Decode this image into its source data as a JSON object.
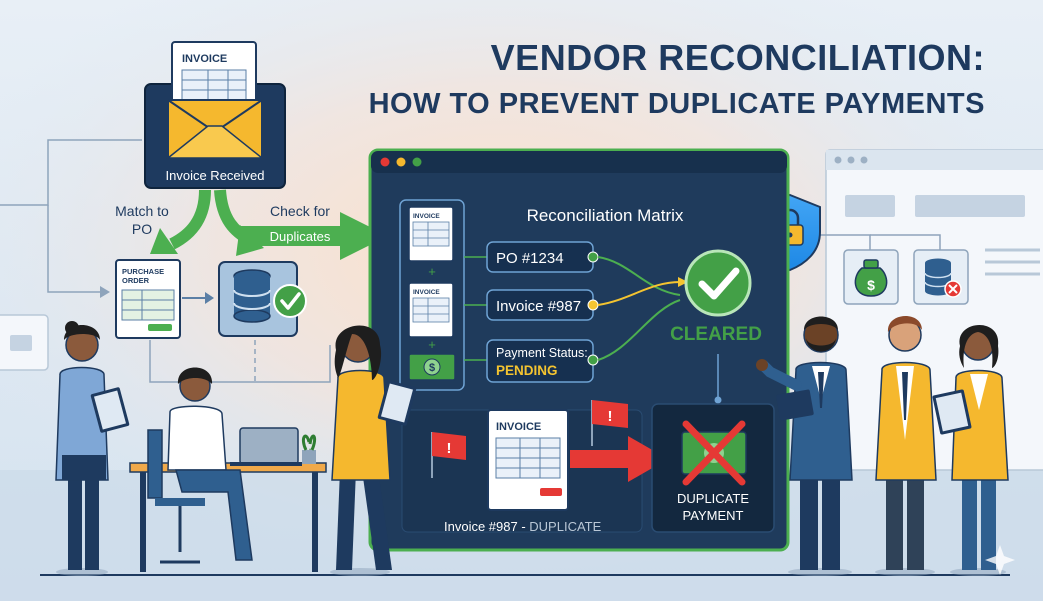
{
  "title": {
    "line1": "VENDOR RECONCILIATION:",
    "line2": "HOW TO PREVENT DUPLICATE PAYMENTS"
  },
  "invoice_received": {
    "doc_label": "INVOICE",
    "caption": "Invoice Received"
  },
  "flow": {
    "match_line1": "Match to",
    "match_line2": "PO",
    "check_line1": "Check for",
    "check_line2": "Duplicates"
  },
  "purchase_order": {
    "line1": "PURCHASE",
    "line2": "ORDER"
  },
  "matrix": {
    "title": "Reconciliation Matrix",
    "doc_invoice_1": "INVOICE",
    "doc_invoice_2": "INVOICE",
    "plus_1": "+",
    "plus_2": "+",
    "money_symbol": "$",
    "items": [
      {
        "label": "PO #1234"
      },
      {
        "label": "Invoice #987"
      }
    ],
    "payment_status_label": "Payment Status:",
    "payment_status_value": "PENDING",
    "cleared_label": "CLEARED",
    "duplicate_doc_label": "INVOICE",
    "duplicate_caption_main": "Invoice #987 - ",
    "duplicate_caption_tag": "DUPLICATE",
    "duplicate_payment_line1": "DUPLICATE",
    "duplicate_payment_line2": "PAYMENT"
  },
  "colors": {
    "navy": "#1e3a5f",
    "matrix_bg": "#1f3b5c",
    "green_border": "#4caf50",
    "green_check": "#43a047",
    "red": "#e53935",
    "yellow_text": "#f4c430",
    "arrow_green": "#4caf50"
  },
  "icons": [
    "envelope-icon",
    "invoice-doc-icon",
    "purchase-order-icon",
    "database-icon",
    "check-icon",
    "lock-icon",
    "money-bag-icon",
    "database-error-icon",
    "red-flag-icon",
    "money-icon",
    "red-x-icon"
  ]
}
